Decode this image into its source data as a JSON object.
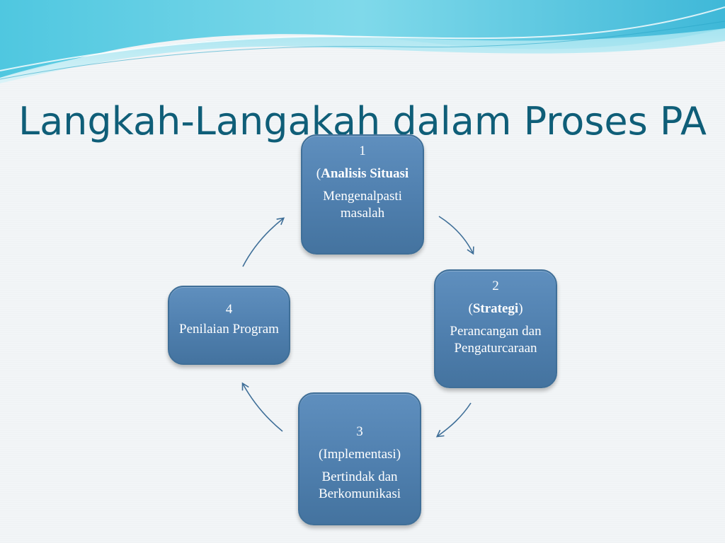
{
  "slide": {
    "title": "Langkah-Langakah dalam Proses PA"
  },
  "steps": [
    {
      "number": "1",
      "open": "(",
      "phase": "Analisis Situasi",
      "close": "",
      "description": "Mengenalpasti masalah"
    },
    {
      "number": "2",
      "open": "(",
      "phase": "Strategi",
      "close": ")",
      "description": "Perancangan dan Pengaturcaraan"
    },
    {
      "number": "3",
      "phase_text": "(Implementasi)",
      "description": "Bertindak dan Berkomunikasi"
    },
    {
      "number": "4",
      "description": "Penilaian Program"
    }
  ],
  "colors": {
    "title": "#0f5e78",
    "box_fill": "#4f7fae",
    "arrow": "#3f6f98"
  },
  "icons": [
    "arrow-1-to-2-icon",
    "arrow-2-to-3-icon",
    "arrow-3-to-4-icon",
    "arrow-4-to-1-icon"
  ]
}
